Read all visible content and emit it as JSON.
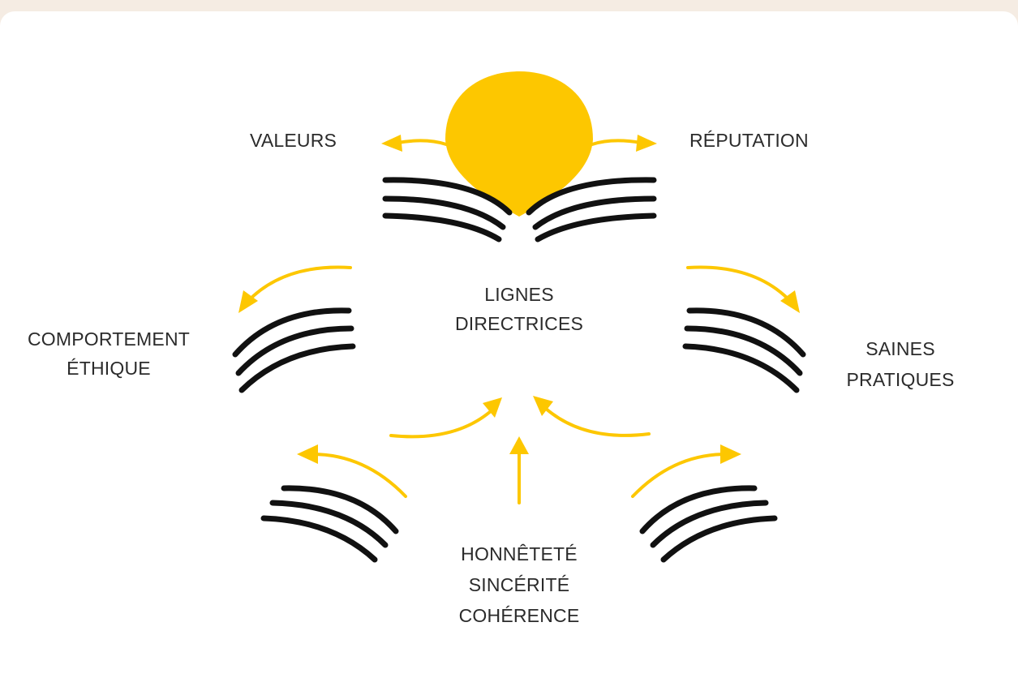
{
  "colors": {
    "accent": "#fdc700",
    "ink": "#111111",
    "text": "#2b2b2b",
    "background": "#f5ece3",
    "card": "#ffffff"
  },
  "labels": {
    "valeurs": "VALEURS",
    "reputation": "RÉPUTATION",
    "lignes": [
      "LIGNES",
      "DIRECTRICES"
    ],
    "comportement": [
      "COMPORTEMENT",
      "ÉTHIQUE"
    ],
    "saines": [
      "SAINES",
      "PRATIQUES"
    ],
    "honnetete": [
      "HONNÊTETÉ",
      "SINCÉRITÉ",
      "COHÉRENCE"
    ]
  }
}
